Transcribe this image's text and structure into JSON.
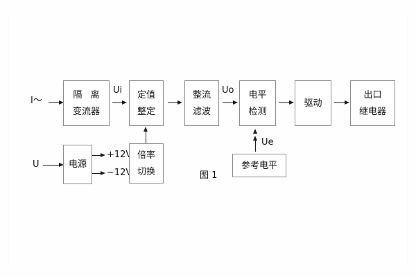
{
  "diagram": {
    "caption": "图 1",
    "inputs": [
      {
        "name": "current-input",
        "label": "I～"
      },
      {
        "name": "voltage-input",
        "label": "U"
      }
    ],
    "signals": [
      {
        "name": "signal-ui",
        "label": "Ui"
      },
      {
        "name": "signal-uo",
        "label": "Uo"
      },
      {
        "name": "signal-ue",
        "label": "Ue"
      }
    ],
    "rails": [
      {
        "name": "rail-positive-12v",
        "label": "+12V"
      },
      {
        "name": "rail-negative-12v",
        "label": "−12V"
      }
    ],
    "blocks": [
      {
        "name": "isolation-transformer",
        "line1": "隔 离",
        "line2": "变流器"
      },
      {
        "name": "setpoint-adjust",
        "line1": "定值",
        "line2": "整定"
      },
      {
        "name": "rectify-filter",
        "line1": "整流",
        "line2": "滤波"
      },
      {
        "name": "level-detect",
        "line1": "电平",
        "line2": "检测"
      },
      {
        "name": "driver",
        "line1": "驱动",
        "line2": ""
      },
      {
        "name": "output-relay",
        "line1": "出口",
        "line2": "继电器"
      },
      {
        "name": "power-supply",
        "line1": "电源",
        "line2": ""
      },
      {
        "name": "multiplier-switch",
        "line1": "倍率",
        "line2": "切换"
      },
      {
        "name": "reference-level",
        "line1": "参考电平",
        "line2": ""
      }
    ],
    "colors": {
      "background": "#ffffff",
      "block_border": "#8c8c8c",
      "line": "#1b1b1b",
      "text": "#141414"
    }
  }
}
